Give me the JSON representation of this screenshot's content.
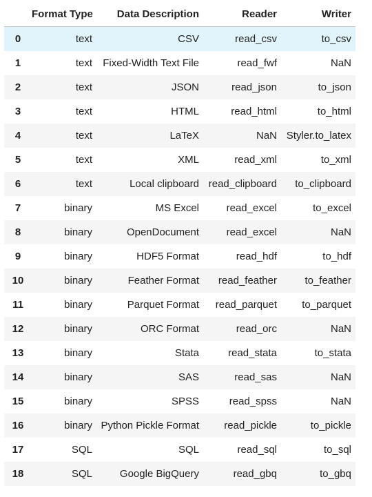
{
  "table": {
    "columns": [
      "",
      "Format Type",
      "Data Description",
      "Reader",
      "Writer"
    ],
    "rows": [
      {
        "index": "0",
        "format_type": "text",
        "description": "CSV",
        "reader": "read_csv",
        "writer": "to_csv"
      },
      {
        "index": "1",
        "format_type": "text",
        "description": "Fixed-Width Text File",
        "reader": "read_fwf",
        "writer": "NaN"
      },
      {
        "index": "2",
        "format_type": "text",
        "description": "JSON",
        "reader": "read_json",
        "writer": "to_json"
      },
      {
        "index": "3",
        "format_type": "text",
        "description": "HTML",
        "reader": "read_html",
        "writer": "to_html"
      },
      {
        "index": "4",
        "format_type": "text",
        "description": "LaTeX",
        "reader": "NaN",
        "writer": "Styler.to_latex"
      },
      {
        "index": "5",
        "format_type": "text",
        "description": "XML",
        "reader": "read_xml",
        "writer": "to_xml"
      },
      {
        "index": "6",
        "format_type": "text",
        "description": "Local clipboard",
        "reader": "read_clipboard",
        "writer": "to_clipboard"
      },
      {
        "index": "7",
        "format_type": "binary",
        "description": "MS Excel",
        "reader": "read_excel",
        "writer": "to_excel"
      },
      {
        "index": "8",
        "format_type": "binary",
        "description": "OpenDocument",
        "reader": "read_excel",
        "writer": "NaN"
      },
      {
        "index": "9",
        "format_type": "binary",
        "description": "HDF5 Format",
        "reader": "read_hdf",
        "writer": "to_hdf"
      },
      {
        "index": "10",
        "format_type": "binary",
        "description": "Feather Format",
        "reader": "read_feather",
        "writer": "to_feather"
      },
      {
        "index": "11",
        "format_type": "binary",
        "description": "Parquet Format",
        "reader": "read_parquet",
        "writer": "to_parquet"
      },
      {
        "index": "12",
        "format_type": "binary",
        "description": "ORC Format",
        "reader": "read_orc",
        "writer": "NaN"
      },
      {
        "index": "13",
        "format_type": "binary",
        "description": "Stata",
        "reader": "read_stata",
        "writer": "to_stata"
      },
      {
        "index": "14",
        "format_type": "binary",
        "description": "SAS",
        "reader": "read_sas",
        "writer": "NaN"
      },
      {
        "index": "15",
        "format_type": "binary",
        "description": "SPSS",
        "reader": "read_spss",
        "writer": "NaN"
      },
      {
        "index": "16",
        "format_type": "binary",
        "description": "Python Pickle Format",
        "reader": "read_pickle",
        "writer": "to_pickle"
      },
      {
        "index": "17",
        "format_type": "SQL",
        "description": "SQL",
        "reader": "read_sql",
        "writer": "to_sql"
      },
      {
        "index": "18",
        "format_type": "SQL",
        "description": "Google BigQuery",
        "reader": "read_gbq",
        "writer": "to_gbq"
      }
    ]
  },
  "colors": {
    "odd_row": "#f5f5f5",
    "even_row": "#ffffff",
    "hover_row": "#e1f3fb",
    "header_rule": "#c8c8c8"
  }
}
